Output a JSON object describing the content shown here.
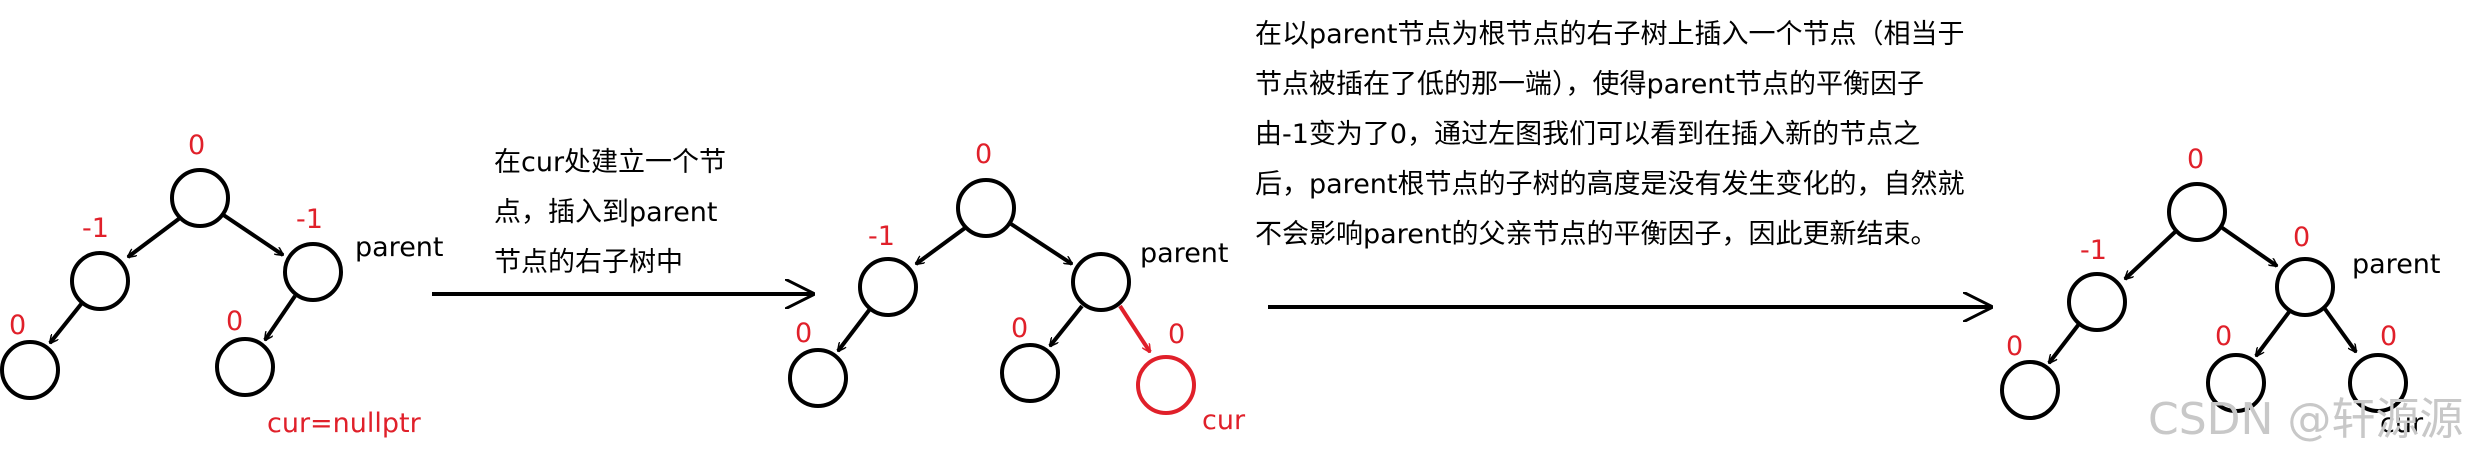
{
  "colors": {
    "ink": "#000000",
    "highlight": "#e0202a",
    "watermark": "#c8c8c8"
  },
  "diagrams": [
    {
      "balance": {
        "root": "0",
        "left": "-1",
        "right": "-1",
        "left_left": "0",
        "right_left": "0"
      },
      "labels": {
        "parent": "parent",
        "cur": "cur=nullptr"
      }
    },
    {
      "balance": {
        "root": "0",
        "left": "-1",
        "right": "",
        "left_left": "0",
        "right_left": "0",
        "cur": "0"
      },
      "labels": {
        "parent": "parent",
        "cur": "cur"
      }
    },
    {
      "balance": {
        "root": "0",
        "left": "-1",
        "right": "0",
        "left_left": "0",
        "right_left": "0",
        "cur": "0"
      },
      "labels": {
        "parent": "parent",
        "cur": "cur"
      }
    }
  ],
  "step1_text": [
    "在cur处建立一个节",
    "点，插入到parent",
    "节点的右子树中"
  ],
  "step2_text": [
    "在以parent节点为根节点的右子树上插入一个节点（相当于",
    "节点被插在了低的那一端），使得parent节点的平衡因子",
    "由-1变为了0，通过左图我们可以看到在插入新的节点之",
    "后，parent根节点的子树的高度是没有发生变化的，自然就",
    "不会影响parent的父亲节点的平衡因子，因此更新结束。"
  ],
  "watermark": "CSDN @轩源源"
}
